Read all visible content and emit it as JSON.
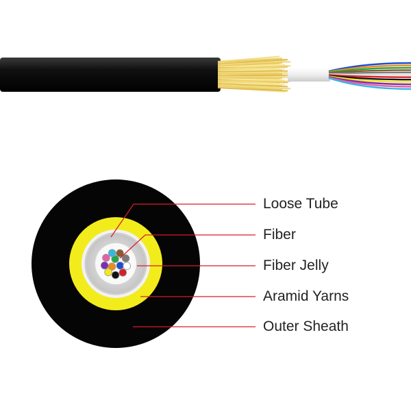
{
  "labels": [
    {
      "key": "loose_tube",
      "text": "Loose Tube"
    },
    {
      "key": "fiber",
      "text": "Fiber"
    },
    {
      "key": "fiber_jelly",
      "text": "Fiber Jelly"
    },
    {
      "key": "aramid_yarns",
      "text": "Aramid Yarns"
    },
    {
      "key": "outer_sheath",
      "text": "Outer Sheath"
    }
  ],
  "colors": {
    "sheath": "#050505",
    "aramid": "#f2ec1c",
    "tube": "#f2f2f2",
    "jelly": "#cfcfcf",
    "leader_line": "#d81c2a",
    "yarn": "#e9cf6a"
  },
  "fiber_colors": [
    "#1b4fd1",
    "#f08a1c",
    "#1fa64a",
    "#8a5a2b",
    "#7a7a7a",
    "#ffffff",
    "#d61f26",
    "#111111",
    "#f4e81d",
    "#7b2fb0",
    "#e65fa8",
    "#35b8e0"
  ]
}
